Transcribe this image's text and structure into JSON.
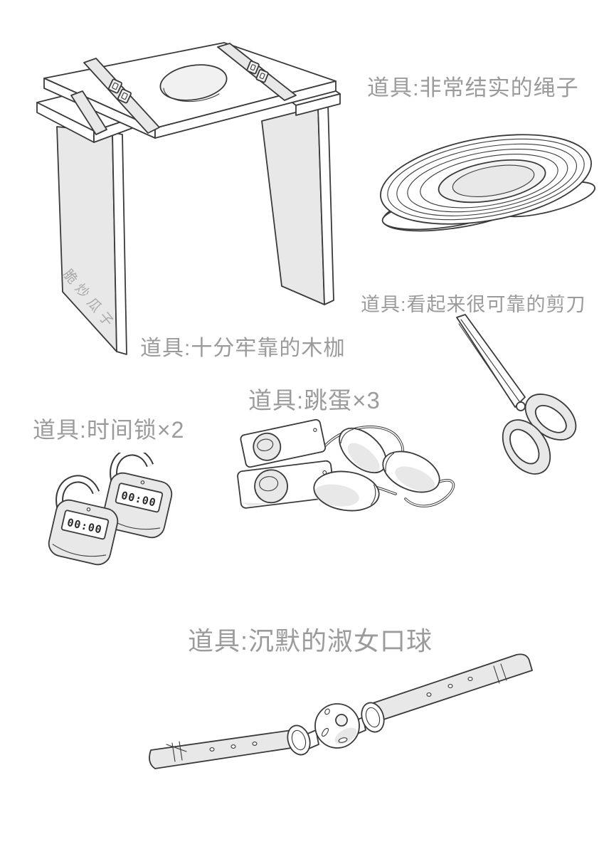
{
  "colors": {
    "background": "#ffffff",
    "label": "#9b9b9b",
    "line": "#3a3a3a",
    "fill": "#e8e8e9",
    "watermark": "#a8a8a8"
  },
  "items": {
    "stocks": {
      "label": "道具:十分牢靠的木枷"
    },
    "rope": {
      "label": "道具:非常结实的绳子"
    },
    "scissors": {
      "label": "道具:看起来很可靠的剪刀"
    },
    "eggs": {
      "label": "道具:跳蛋×3"
    },
    "locks": {
      "label": "道具:时间锁×2",
      "timer_display": "00:00"
    },
    "gag": {
      "label": "道具:沉默的淑女口球"
    }
  },
  "watermark": {
    "text": "脆炒瓜子"
  }
}
